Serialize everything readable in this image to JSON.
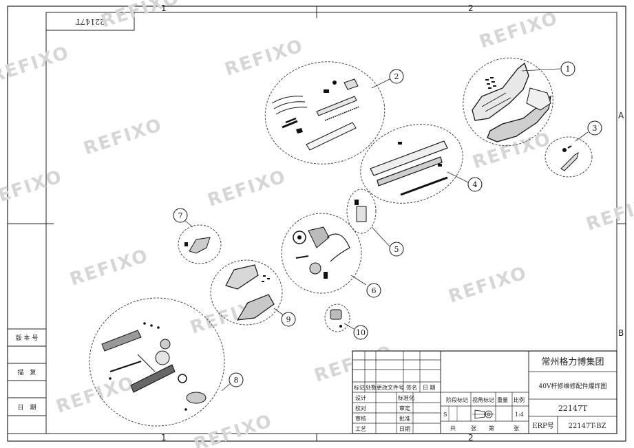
{
  "drawing_number": "22147T",
  "zones": {
    "top": [
      "1",
      "2"
    ],
    "bottom": [
      "1",
      "2"
    ],
    "right": [
      "A",
      "B"
    ]
  },
  "watermark": "REFIXO",
  "side_table": {
    "version": "版 本 号",
    "trace": "描　复",
    "date": "日　期"
  },
  "balloons": [
    "1",
    "2",
    "3",
    "4",
    "5",
    "6",
    "7",
    "8",
    "9",
    "10"
  ],
  "title_block": {
    "company": "常州格力博集团",
    "drawing_title": "40V杆修维修配件爆炸图",
    "drawing_code": "22147T",
    "erp_label": "ERP号",
    "erp_value": "22147T-BZ",
    "headers": {
      "mark": "标记",
      "count": "处数",
      "change_doc": "更改文件号",
      "signature": "签名",
      "date": "日 期"
    },
    "rows": {
      "design": "设计",
      "standardize": "标准化",
      "check": "校对",
      "review": "审定",
      "audit": "审核",
      "approve": "批准",
      "process": "工艺",
      "date2": "日期"
    },
    "stage_mark": "阶段标记",
    "view_mark": "视角标记",
    "weight": "重量",
    "scale": "比例",
    "stage_value": "S",
    "scale_value": "1:4",
    "total": "共",
    "sheets": "张",
    "sheet_no": "第",
    "sheets2": "张"
  }
}
